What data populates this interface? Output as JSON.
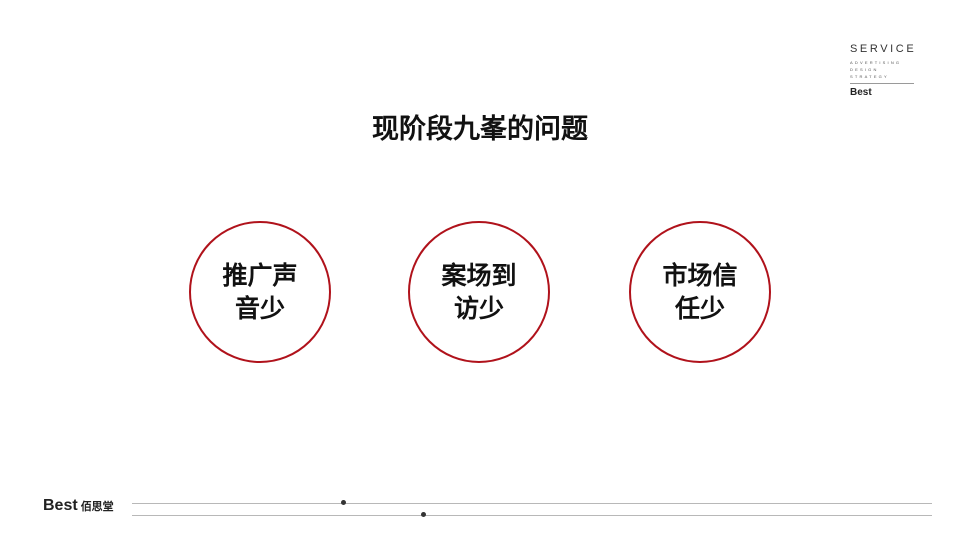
{
  "header": {
    "logo_word": "SERVICE",
    "logo_lines": [
      "ADVERTISING",
      "DESIGN",
      "STRATEGY"
    ],
    "logo_brand": "Best"
  },
  "slide": {
    "title": "现阶段九峯的问题",
    "problems": [
      {
        "line1": "推广声",
        "line2": "音少"
      },
      {
        "line1": "案场到",
        "line2": "访少"
      },
      {
        "line1": "市场信",
        "line2": "任少"
      }
    ]
  },
  "footer": {
    "brand_en": "Best",
    "brand_cn": "佰思堂"
  },
  "colors": {
    "accent": "#b0121b",
    "text": "#111111"
  }
}
